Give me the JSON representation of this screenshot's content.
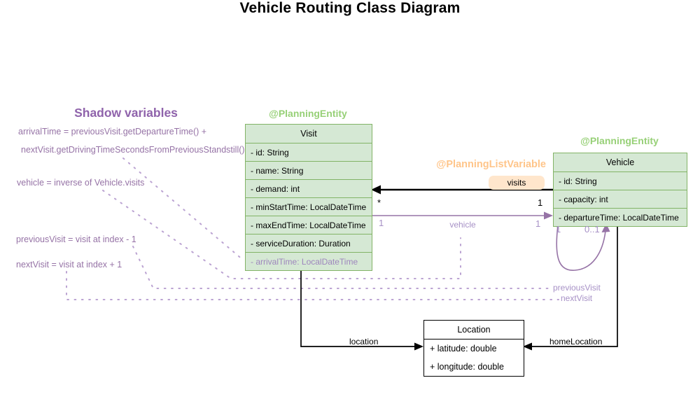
{
  "title": "Vehicle Routing Class Diagram",
  "shadow_panel": {
    "heading": "Shadow variables",
    "lines": [
      "arrivalTime = previousVisit.getDepartureTime() +",
      "nextVisit.getDrivingTimeSecondsFromPreviousStandstill()",
      "vehicle = inverse of Vehicle.visits",
      "previousVisit = visit at index - 1",
      "nextVisit = visit at index + 1"
    ]
  },
  "annotations": {
    "visit_entity": "@PlanningEntity",
    "vehicle_entity": "@PlanningEntity",
    "list_variable": "@PlanningListVariable"
  },
  "classes": {
    "visit": {
      "name": "Visit",
      "fields": [
        "- id: String",
        "- name: String",
        "- demand: int",
        "- minStartTime: LocalDateTime",
        "- maxEndTime: LocalDateTime",
        "- serviceDuration: Duration"
      ],
      "shadow_field": "- arrivalTime: LocalDateTime"
    },
    "vehicle": {
      "name": "Vehicle",
      "fields": [
        "- id: String",
        "- capacity: int",
        "- departureTime: LocalDateTime"
      ]
    },
    "location": {
      "name": "Location",
      "fields": [
        "+ latitude: double",
        "+ longitude: double"
      ]
    }
  },
  "associations": {
    "visits": {
      "label": "visits",
      "visit_mult": "*",
      "vehicle_mult": "1"
    },
    "vehicle": {
      "label": "vehicle",
      "visit_mult": "1",
      "vehicle_mult": "1"
    },
    "location": {
      "label": "location"
    },
    "home_location": {
      "label": "homeLocation"
    },
    "chain_loop": {
      "left_mult": "1",
      "right_mult": "0..1",
      "previous_visit_label": "previousVisit",
      "next_visit_label": "nextVisit"
    }
  },
  "colors": {
    "class_fill_green": "#d5e8d4",
    "class_stroke_green": "#82b366",
    "planning_entity_green": "#97d077",
    "planning_list_variable_orange": "#ffc58a",
    "visits_chip_orange": "#ffe6cc",
    "association_purple": "#9673a6",
    "label_purple_light": "#a791c6",
    "dotted_purple": "#bba3d2",
    "shadow_field_text": "#9e86bd"
  }
}
